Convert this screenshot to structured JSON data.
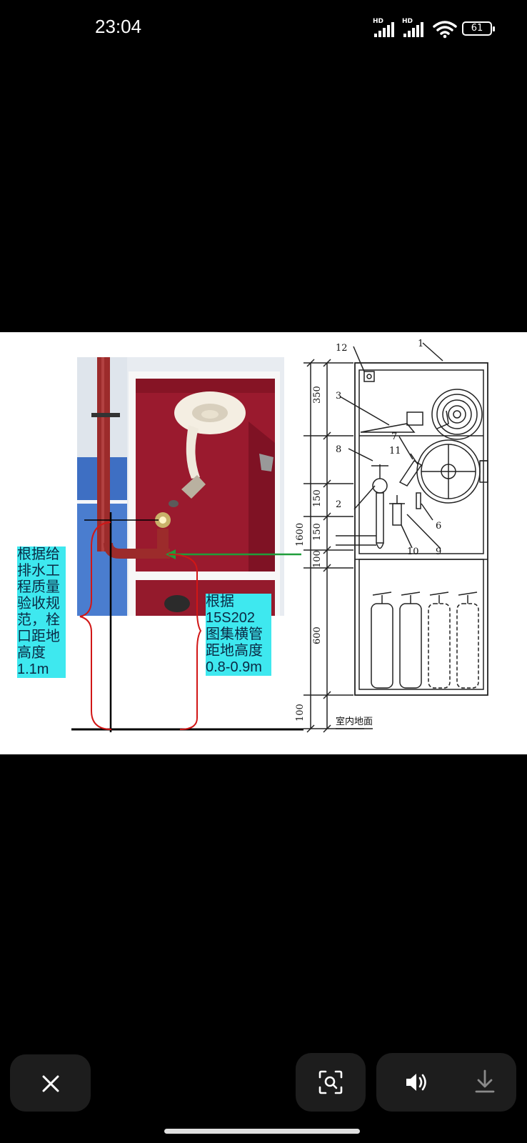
{
  "status_bar": {
    "time": "23:04",
    "signal1_label": "HD",
    "signal2_label": "HD",
    "battery_level": "61"
  },
  "image": {
    "dims": {
      "d350": "350",
      "d150a": "150",
      "d150b": "150",
      "d100a": "100",
      "d600": "600",
      "d100b": "100",
      "d1600": "1600"
    },
    "parts": {
      "p1": "1",
      "p2": "2",
      "p3": "3",
      "p6": "6",
      "p7": "7",
      "p8": "8",
      "p9": "9",
      "p10": "10",
      "p11": "11",
      "p12": "12"
    },
    "floor_label": "室内地面",
    "annotation_left": [
      "根据给",
      "排水工",
      "程质量",
      "验收规",
      "范，栓",
      "口距地",
      "高度",
      "1.1m"
    ],
    "annotation_right": [
      "根据",
      "15S202",
      "图集横管",
      "距地高度",
      "0.8-0.9m"
    ]
  },
  "controls": {
    "close_icon": "close-icon",
    "lens_icon": "lens-search-icon",
    "sound_icon": "speaker-icon",
    "download_icon": "download-icon"
  }
}
